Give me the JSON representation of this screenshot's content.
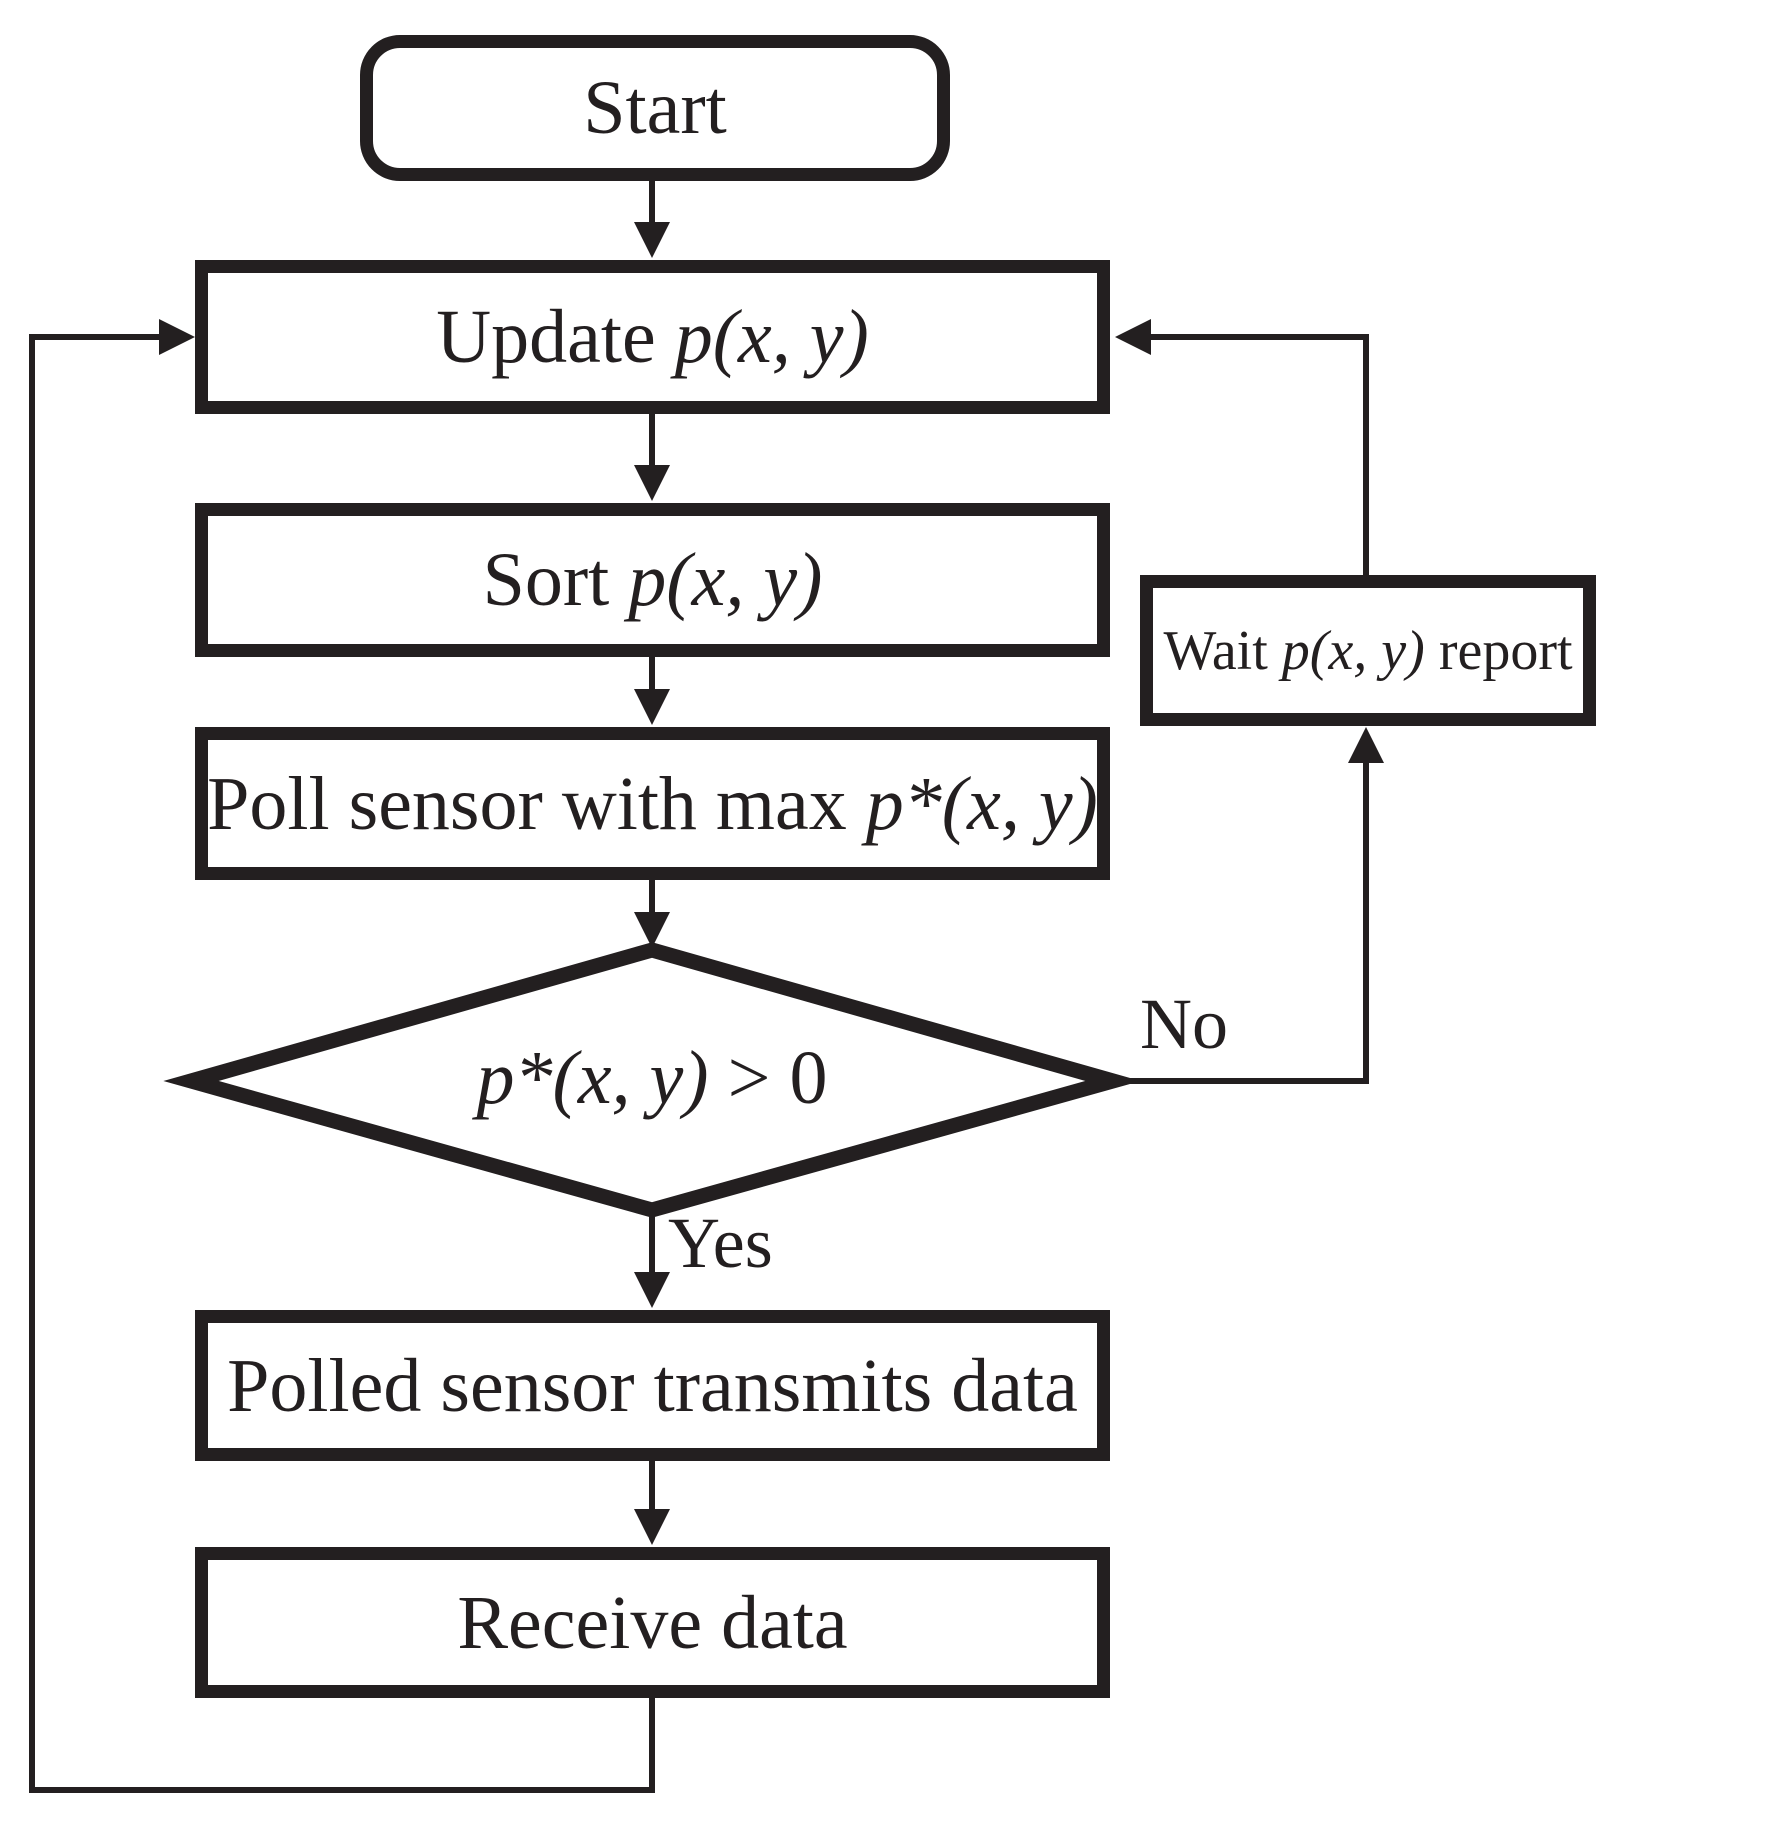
{
  "nodes": {
    "start": {
      "label": "Start"
    },
    "update": {
      "prefix": "Update ",
      "math": "p(x, y)",
      "suffix": ""
    },
    "sort": {
      "prefix": "Sort ",
      "math": "p(x, y)",
      "suffix": ""
    },
    "poll": {
      "prefix": "Poll sensor with max ",
      "math": "p*(x, y)",
      "suffix": ""
    },
    "decision": {
      "math": "p*(x, y)",
      "suffix": " > 0"
    },
    "polled": {
      "label": "Polled sensor transmits data"
    },
    "receive": {
      "label": "Receive data"
    },
    "wait": {
      "prefix": "Wait ",
      "math": "p(x, y)",
      "suffix": " report"
    }
  },
  "edges": {
    "yes_label": "Yes",
    "no_label": "No"
  },
  "colors": {
    "ink": "#231f20",
    "background": "#ffffff"
  }
}
